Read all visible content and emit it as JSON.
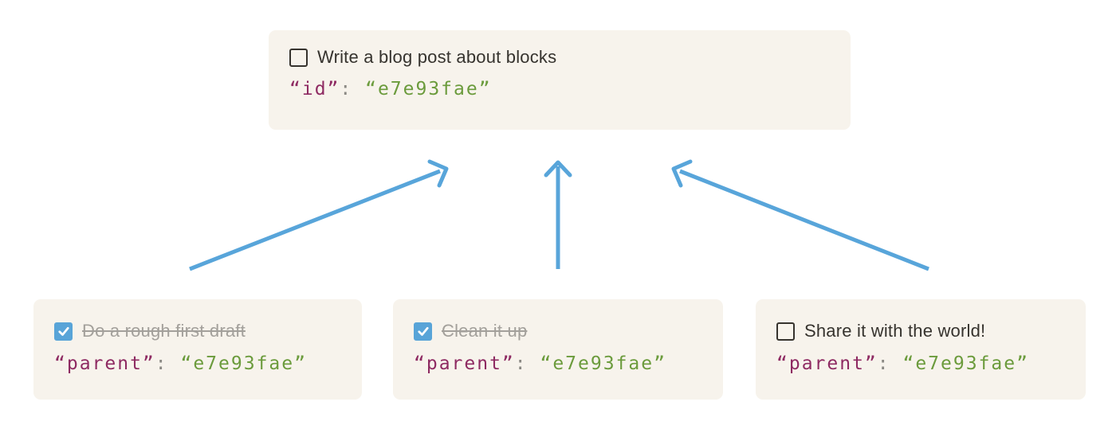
{
  "colors": {
    "card-bg": "#f7f3ec",
    "ink": "#36332e",
    "muted": "#a3a09b",
    "key-plum": "#8e2a62",
    "colon-gray": "#8b8984",
    "value-green": "#6b9b3c",
    "check-blue": "#58a4d8",
    "arrow-blue": "#58a5da"
  },
  "parent_card": {
    "label": "Write a blog post about blocks",
    "checked": false,
    "key": "“id”",
    "colon": ": ",
    "value": "“e7e93fae”"
  },
  "child_cards": [
    {
      "label": "Do a rough first draft",
      "checked": true,
      "key": "“parent”",
      "colon": ": ",
      "value": "“e7e93fae”"
    },
    {
      "label": "Clean it up",
      "checked": true,
      "key": "“parent”",
      "colon": ": ",
      "value": "“e7e93fae”"
    },
    {
      "label": "Share it with the world!",
      "checked": false,
      "key": "“parent”",
      "colon": ": ",
      "value": "“e7e93fae”"
    }
  ]
}
